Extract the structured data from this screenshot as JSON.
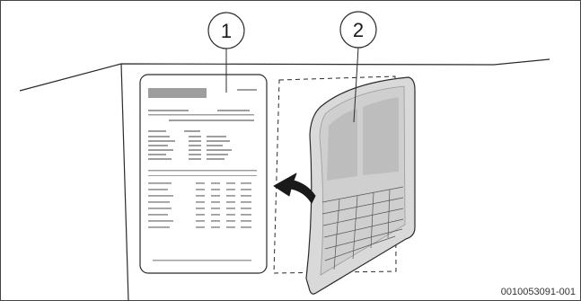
{
  "callouts": [
    {
      "number": "1",
      "target": "data-plate"
    },
    {
      "number": "2",
      "target": "insulation-sheet"
    }
  ],
  "figure_id": "0010053091-001",
  "colors": {
    "outline": "#2b2b2b",
    "sheet_fill": "#d9d9d9",
    "sheet_edge": "#9a9a9a",
    "arrow": "#1a1a1a",
    "plate_text": "#9e9e9e"
  },
  "icons": [
    "curved-arrow-icon"
  ]
}
